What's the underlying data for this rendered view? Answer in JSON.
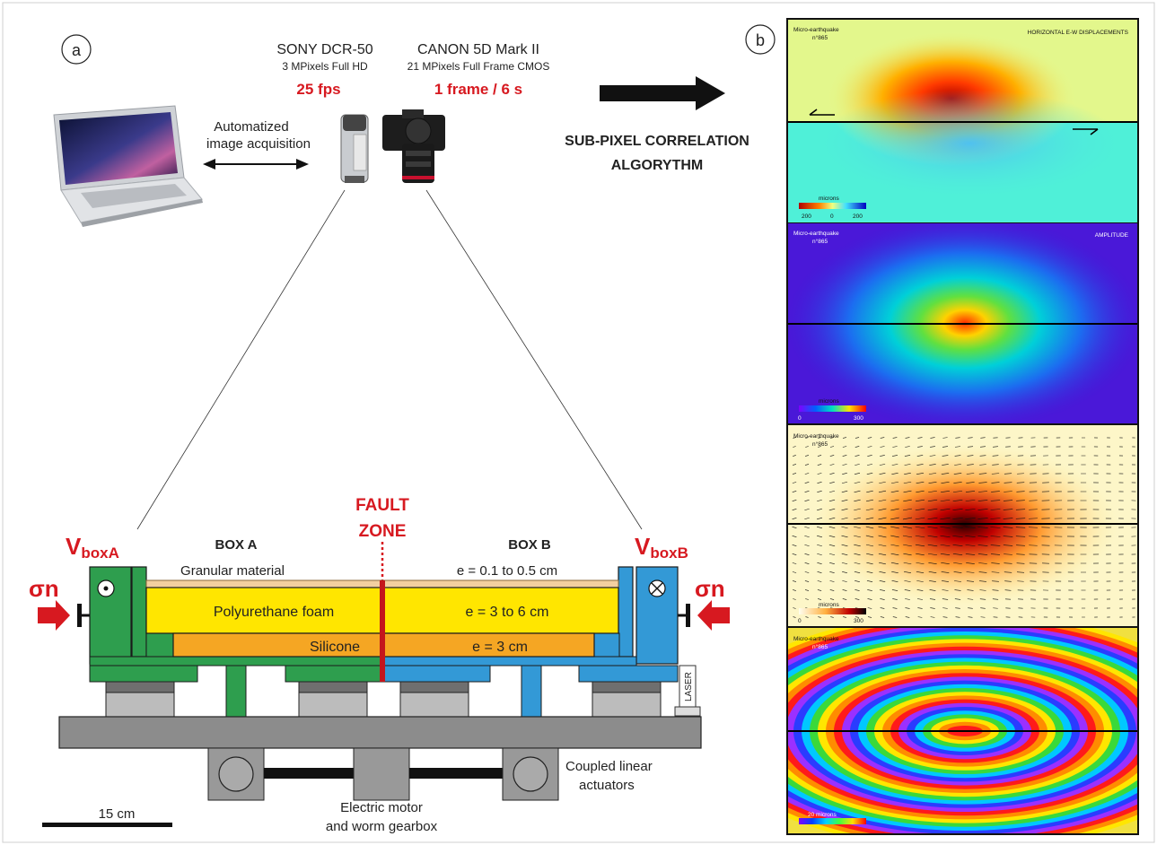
{
  "panels": {
    "a": "a",
    "b": "b"
  },
  "cameras": {
    "sony": {
      "name": "SONY DCR-50",
      "spec": "3 MPixels Full HD",
      "rate": "25 fps"
    },
    "canon": {
      "name": "CANON 5D Mark II",
      "spec": "21 MPixels Full Frame CMOS",
      "rate": "1 frame / 6 s"
    }
  },
  "acquisition": {
    "line1": "Automatized",
    "line2": "image acquisition"
  },
  "algorithm": {
    "line1": "SUB-PIXEL CORRELATION",
    "line2": "ALGORYTHM"
  },
  "apparatus": {
    "fault_line1": "FAULT",
    "fault_line2": "ZONE",
    "vbox_a_main": "V",
    "vbox_a_sub": "boxA",
    "vbox_b_main": "V",
    "vbox_b_sub": "boxB",
    "sigma_left": "σn",
    "sigma_right": "σn",
    "box_a": "BOX A",
    "box_b": "BOX B",
    "granular": "Granular material",
    "granular_e": "e = 0.1 to 0.5 cm",
    "foam": "Polyurethane foam",
    "foam_e": "e =  3 to 6 cm",
    "silicone": "Silicone",
    "silicone_e": "e = 3 cm",
    "laser": "LASER",
    "actuators_line1": "Coupled linear",
    "actuators_line2": "actuators",
    "motor_line1": "Electric motor",
    "motor_line2": "and worm gearbox",
    "scale": "15 cm"
  },
  "maps": {
    "p1": {
      "title1": "Micro-earthquake",
      "title2": "n°865",
      "corner": "HORIZONTAL E-W DISPLACEMENTS",
      "unit": "microns",
      "ticks": [
        "200",
        "0",
        "200"
      ]
    },
    "p2": {
      "title1": "Micro-earthquake",
      "title2": "n°865",
      "corner": "AMPLITUDE",
      "unit": "microns",
      "ticks": [
        "0",
        "300"
      ]
    },
    "p3": {
      "title1": "Micro-earthquake",
      "title2": "n°865",
      "unit": "microns",
      "ticks": [
        "0",
        "300"
      ]
    },
    "p4": {
      "title1": "Micro-earthquake",
      "title2": "n°865",
      "unit": "20 microns"
    }
  },
  "colors": {
    "accent_red": "#d71920",
    "box_a_green": "#2e9e4e",
    "box_b_blue": "#3399d6",
    "foam_yellow": "#ffe600",
    "silicone_orange": "#f5a623",
    "base_gray": "#8c8c8c"
  }
}
